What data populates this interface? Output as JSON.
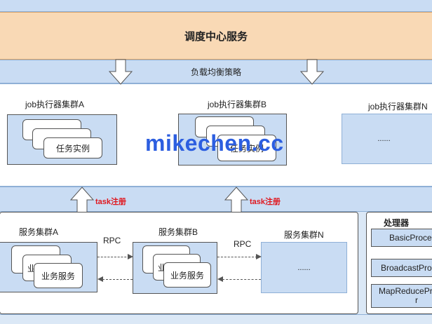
{
  "scheduler": {
    "title": "调度中心服务"
  },
  "load_balance": {
    "label": "负载均衡策略"
  },
  "executors": [
    {
      "title": "job执行器集群A",
      "instance_label": "任务实例"
    },
    {
      "title": "job执行器集群B",
      "instance_label": "任务实例"
    },
    {
      "title": "job执行器集群N",
      "ellipsis": "......"
    }
  ],
  "registration": {
    "label_left": "task注册",
    "label_right": "task注册"
  },
  "services": [
    {
      "title": "服务集群A",
      "service_label": "业务服务",
      "partial_label": "业"
    },
    {
      "title": "服务集群B",
      "service_label": "业务服务",
      "partial_label": "业"
    },
    {
      "title": "服务集群N",
      "ellipsis": "......"
    }
  ],
  "rpc": {
    "label_1": "RPC",
    "label_2": "RPC"
  },
  "processor": {
    "title": "处理器",
    "items": [
      "BasicProcessor",
      "BroadcastProcessor",
      "MapReduceProcessor"
    ],
    "item3_wrap": "r"
  },
  "watermark": {
    "text": "mikechen.cc"
  },
  "colors": {
    "scheduler_bg": "#f9d9b5",
    "panel_blue": "#c9dcf3",
    "accent_red": "#e0161d",
    "watermark_blue": "#2c5ee0"
  }
}
